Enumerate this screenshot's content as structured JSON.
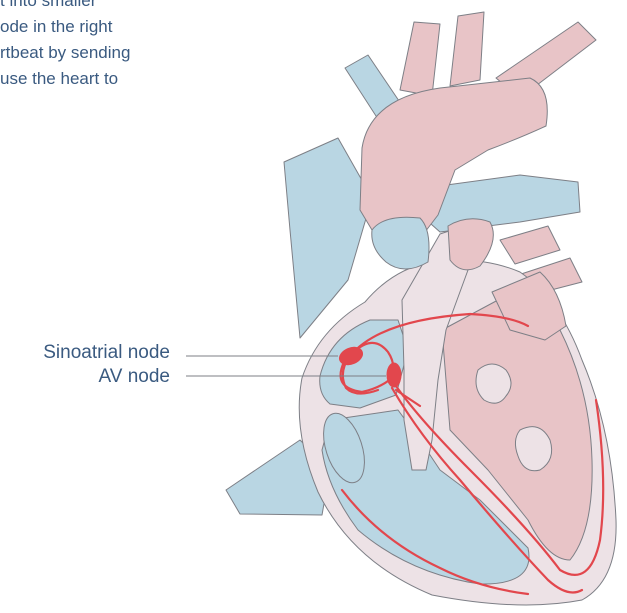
{
  "intro_text": [
    "t into smaller",
    "ode in the right",
    "rtbeat by sending",
    "use the heart to"
  ],
  "labels": {
    "sa_node": "Sinoatrial node",
    "av_node": "AV node"
  },
  "colors": {
    "blue_vessel": "#b9d6e3",
    "pink_vessel": "#e8c4c7",
    "wall": "#ede2e6",
    "outline": "#7d7f86",
    "conduction": "#e2474d",
    "text": "#3a5a80"
  }
}
